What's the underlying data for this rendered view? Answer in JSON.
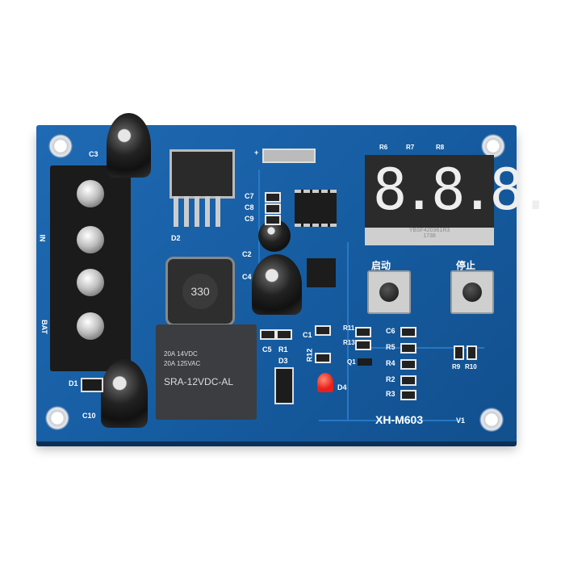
{
  "board": {
    "model": "XH-M603",
    "version": "V1",
    "input_label": "IN",
    "battery_label": "BAT",
    "buttons": [
      {
        "label": "启动"
      },
      {
        "label": "停止"
      }
    ],
    "display": {
      "digits": "8.8.8.",
      "part_number": "YBSF420361R3",
      "date_code": "1738"
    },
    "inductor": {
      "marking": "330"
    },
    "relay": {
      "rating_dc": "20A 14VDC",
      "rating_ac": "20A 125VAC",
      "model": "SRA-12VDC-AL"
    },
    "header_label": "+",
    "components": {
      "C3": "C3",
      "D2": "D2",
      "C7": "C7",
      "C8": "C8",
      "C9": "C9",
      "C2": "C2",
      "C4": "C4",
      "C5": "C5",
      "R1": "R1",
      "D3": "D3",
      "C1": "C1",
      "R12": "R12",
      "D4": "D4",
      "R11": "R11",
      "R13": "R13",
      "Q1": "Q1",
      "C6": "C6",
      "R5": "R5",
      "R4": "R4",
      "R2": "R2",
      "R3": "R3",
      "R9": "R9",
      "R10": "R10",
      "R6": "R6",
      "R7": "R7",
      "R8": "R8",
      "D1": "D1",
      "C10": "C10"
    },
    "colors": {
      "pcb": "#1a5fa8",
      "led": "#e8201a",
      "terminal": "#1b1b1b"
    }
  }
}
